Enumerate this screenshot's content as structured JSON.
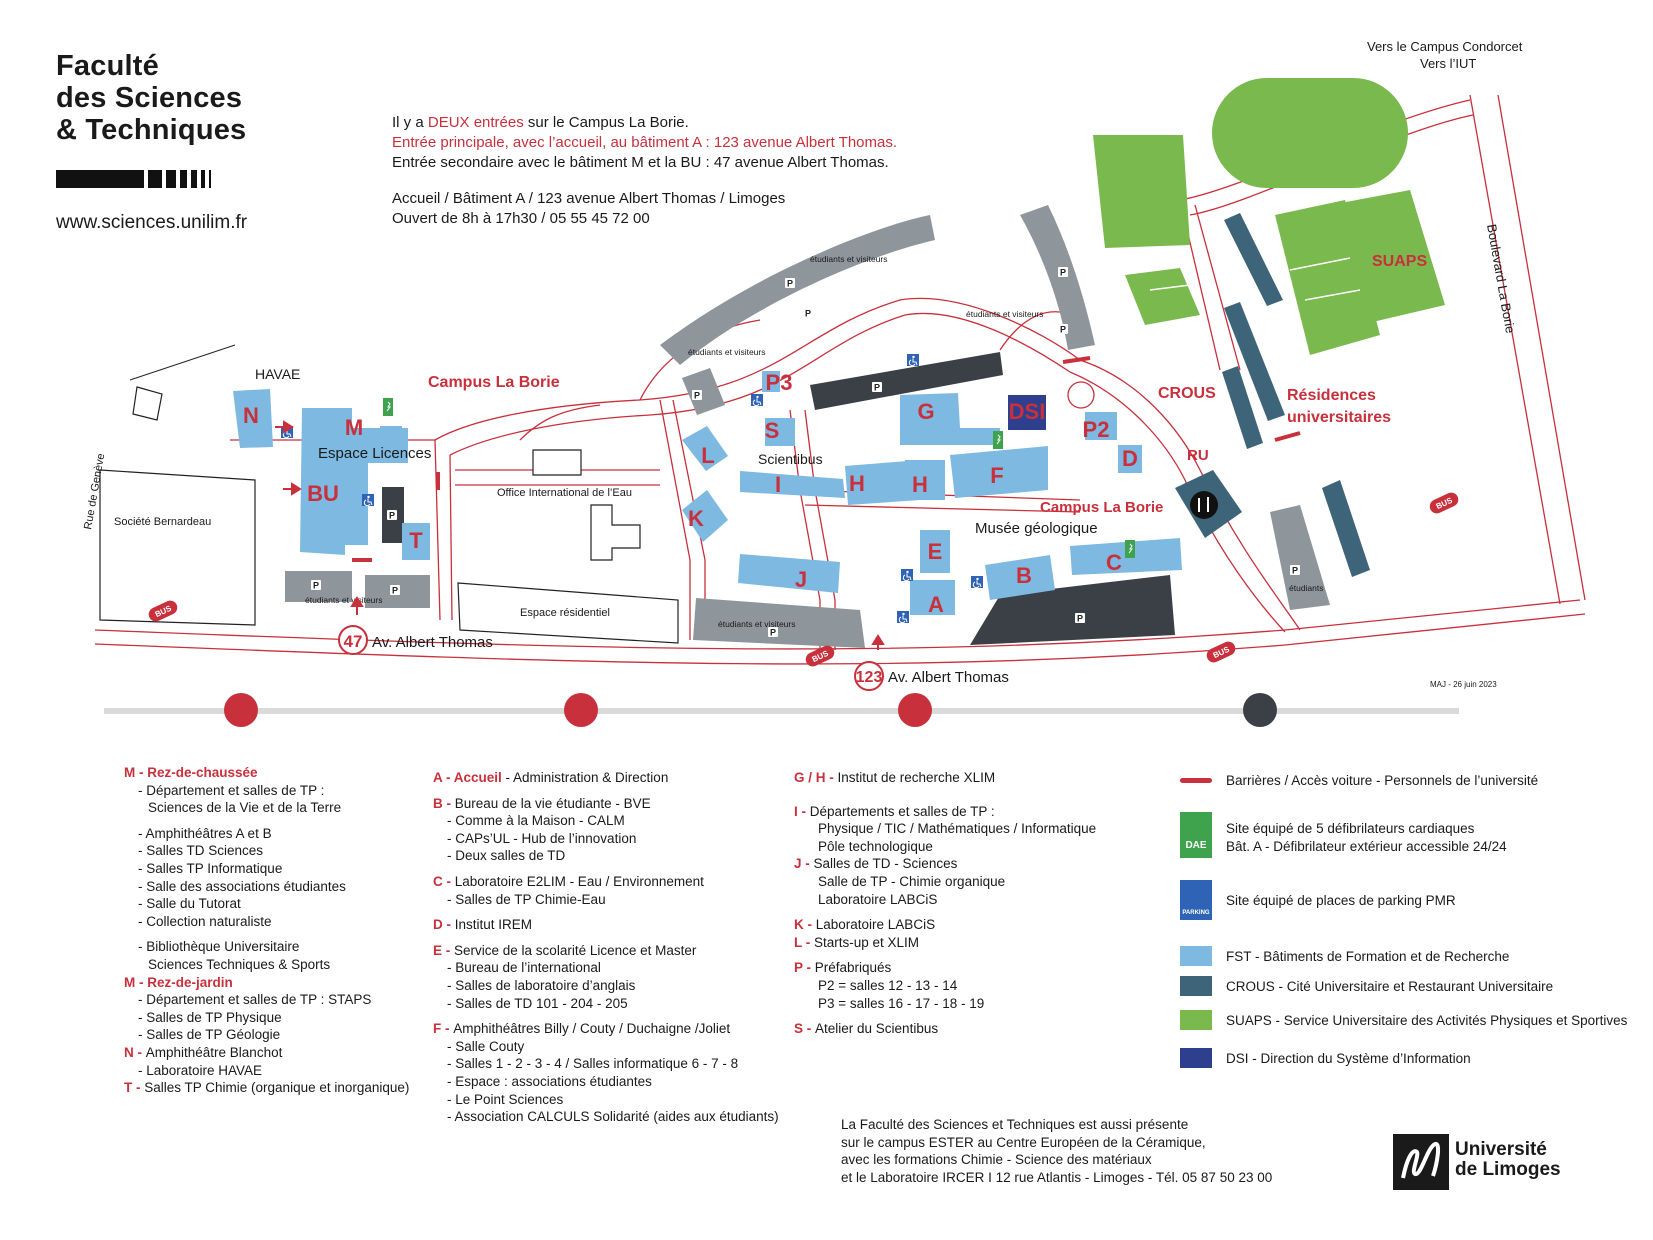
{
  "header": {
    "title_line1": "Faculté",
    "title_line2": "des Sciences",
    "title_line3": "& Techniques",
    "website": "www.sciences.unilim.fr"
  },
  "intro": {
    "line1_pre": "Il y a ",
    "line1_red": "DEUX entrées",
    "line1_post": " sur le Campus La Borie.",
    "line2": "Entrée principale, avec l’accueil, au bâtiment A : 123 avenue Albert Thomas.",
    "line3": "Entrée secondaire avec le bâtiment M et la BU : 47 avenue Albert Thomas.",
    "line4": "Accueil / Bâtiment A / 123 avenue Albert Thomas / Limoges",
    "line5": "Ouvert de 8h à 17h30 / 05 55 45 72 00"
  },
  "map": {
    "directions_top1": "Vers le Campus Condorcet",
    "directions_top2": "Vers l’IUT",
    "blvd": "Boulevard La Borie",
    "rue_geneve": "Rue de Genève",
    "campus_label1": "Campus La Borie",
    "campus_label2": "Campus La Borie",
    "havae": "HAVAE",
    "espace_licences": "Espace Licences",
    "societe": "Société Bernardeau",
    "office_intl": "Office International de l’Eau",
    "espace_resid": "Espace résidentiel",
    "scientibus": "Scientibus",
    "musee": "Musée géologique",
    "crous": "CROUS",
    "residences1": "Résidences",
    "residences2": "universitaires",
    "ru": "RU",
    "suaps": "SUAPS",
    "etudiants_visiteurs": "étudiants et visiteurs",
    "etudiants": "étudiants",
    "av47_num": "47",
    "av47_label": "Av. Albert Thomas",
    "av123_num": "123",
    "av123_label": "Av. Albert Thomas",
    "bus": "BUS",
    "parking": "P",
    "maj": "MAJ - 26 juin 2023",
    "buildings": {
      "N": "N",
      "M": "M",
      "BU": "BU",
      "T": "T",
      "P3": "P3",
      "S": "S",
      "L": "L",
      "K": "K",
      "I": "I",
      "H1": "H",
      "H2": "H",
      "J": "J",
      "G": "G",
      "DSI": "DSI",
      "F": "F",
      "E": "E",
      "A": "A",
      "B": "B",
      "C": "C",
      "P2": "P2",
      "D": "D"
    }
  },
  "legend": {
    "col1": [
      {
        "text": "M - Rez-de-chaussée",
        "style": "red-bold"
      },
      {
        "text": "- Département et salles de TP :",
        "style": "in1"
      },
      {
        "text": "Sciences de la Vie et de la Terre",
        "style": "in2"
      },
      {
        "text": "",
        "style": "sp"
      },
      {
        "text": "- Amphithéâtres A et B",
        "style": "in1"
      },
      {
        "text": "- Salles TD Sciences",
        "style": "in1"
      },
      {
        "text": "- Salles TP Informatique",
        "style": "in1"
      },
      {
        "text": "- Salle des associations étudiantes",
        "style": "in1"
      },
      {
        "text": "- Salle du Tutorat",
        "style": "in1"
      },
      {
        "text": "- Collection naturaliste",
        "style": "in1"
      },
      {
        "text": "",
        "style": "sp"
      },
      {
        "text": "- Bibliothèque Universitaire",
        "style": "in1"
      },
      {
        "text": "Sciences Techniques & Sports",
        "style": "in2"
      },
      {
        "text": "M - Rez-de-jardin",
        "style": "red-bold"
      },
      {
        "text": "- Département et salles de TP : STAPS",
        "style": "in1"
      },
      {
        "text": "- Salles de TP Physique",
        "style": "in1"
      },
      {
        "text": "- Salles de TP Géologie",
        "style": "in1"
      },
      {
        "text": "N - Amphithéâtre Blanchot",
        "style": "key"
      },
      {
        "text": "- Laboratoire HAVAE",
        "style": "in1"
      },
      {
        "text": "T - Salles TP Chimie (organique et inorganique)",
        "style": "key"
      }
    ],
    "col2": [
      {
        "key": "A - Accueil",
        "text": " - Administration & Direction",
        "style": "key-redbold"
      },
      {
        "text": "",
        "style": "sp"
      },
      {
        "key": "B - ",
        "text": "Bureau de la vie étudiante - BVE",
        "style": "key"
      },
      {
        "text": "- Comme à la Maison - CALM",
        "style": "in1"
      },
      {
        "text": "- CAPs’UL - Hub de l’innovation",
        "style": "in1"
      },
      {
        "text": "- Deux salles de TD",
        "style": "in1"
      },
      {
        "text": "",
        "style": "sp"
      },
      {
        "key": "C - ",
        "text": "Laboratoire E2LIM - Eau / Environnement",
        "style": "key"
      },
      {
        "text": "- Salles de TP Chimie-Eau",
        "style": "in1"
      },
      {
        "text": "",
        "style": "sp"
      },
      {
        "key": "D - ",
        "text": "Institut IREM",
        "style": "key"
      },
      {
        "text": "",
        "style": "sp"
      },
      {
        "key": "E - ",
        "text": "Service de la scolarité Licence et Master",
        "style": "key"
      },
      {
        "text": "- Bureau de l’international",
        "style": "in1"
      },
      {
        "text": "- Salles de laboratoire d’anglais",
        "style": "in1"
      },
      {
        "text": "- Salles de TD 101 - 204 - 205",
        "style": "in1"
      },
      {
        "text": "",
        "style": "sp"
      },
      {
        "key": "F - ",
        "text": "Amphithéâtres Billy / Couty / Duchaigne /Joliet",
        "style": "key"
      },
      {
        "text": "- Salle Couty",
        "style": "in1"
      },
      {
        "text": "- Salles 1 - 2 - 3 - 4 / Salles informatique 6 - 7 - 8",
        "style": "in1"
      },
      {
        "text": "- Espace : associations étudiantes",
        "style": "in1"
      },
      {
        "text": "- Le Point Sciences",
        "style": "in1"
      },
      {
        "text": "- Association CALCULS Solidarité (aides aux étudiants)",
        "style": "in1"
      }
    ],
    "col3": [
      {
        "key": "G / H - ",
        "text": "Institut de recherche XLIM",
        "style": "key"
      },
      {
        "text": "",
        "style": "sp"
      },
      {
        "text": "",
        "style": "sp"
      },
      {
        "key": "I - ",
        "text": "Départements et salles de TP :",
        "style": "key-in"
      },
      {
        "text": "Physique / TIC / Mathématiques / Informatique",
        "style": "in2"
      },
      {
        "text": "Pôle technologique",
        "style": "in2"
      },
      {
        "key": "J - ",
        "text": "Salles de TD - Sciences",
        "style": "key"
      },
      {
        "text": "Salle de TP - Chimie organique",
        "style": "in2"
      },
      {
        "text": "Laboratoire LABCiS",
        "style": "in2"
      },
      {
        "text": "",
        "style": "sp"
      },
      {
        "key": "K - ",
        "text": "Laboratoire LABCiS",
        "style": "key"
      },
      {
        "key": "L - ",
        "text": "Starts-up et XLIM",
        "style": "key"
      },
      {
        "text": "",
        "style": "sp"
      },
      {
        "key": "P - ",
        "text": "Préfabriqués",
        "style": "key-in"
      },
      {
        "text": "P2 = salles 12 - 13 - 14",
        "style": "in2"
      },
      {
        "text": "P3 = salles 16 - 17 - 18 - 19",
        "style": "in2"
      },
      {
        "text": "",
        "style": "sp"
      },
      {
        "key": "S - ",
        "text": "Atelier du Scientibus",
        "style": "key"
      }
    ],
    "col4": {
      "barriers": "Barrières / Accès voiture - Personnels de l’université",
      "dae1": "Site équipé de 5 défibrilateurs cardiaques",
      "dae2": "Bât. A - Défibrilateur extérieur accessible 24/24",
      "dae_icon_text": "DAE",
      "pmr": "Site équipé de places de parking PMR",
      "pmr_icon_text": "PARKING",
      "fst": "FST - Bâtiments de Formation et de Recherche",
      "crous": "CROUS - Cité Universitaire et Restaurant Universitaire",
      "suaps": "SUAPS - Service Universitaire des Activités Physiques et Sportives",
      "dsi": "DSI - Direction du Système d’Information"
    }
  },
  "ester_note": {
    "line1": "La Faculté des Sciences et Techniques est aussi présente",
    "line2": "sur le campus ESTER au Centre Européen de la Céramique,",
    "line3": "avec les formations Chimie - Science des matériaux",
    "line4": "et le Laboratoire IRCER I 12 rue Atlantis - Limoges - Tél. 05 87 50 23 00"
  },
  "university": {
    "line1": "Université",
    "line2": "de Limoges"
  },
  "colors": {
    "fst_blue": "#7db9e0",
    "crous_teal": "#3d6479",
    "suaps_green": "#7ab94d",
    "dsi_navy": "#2e3f8e",
    "accent_red": "#c8303c",
    "parking_gray": "#8e969c",
    "dark_gray": "#3b4047"
  }
}
